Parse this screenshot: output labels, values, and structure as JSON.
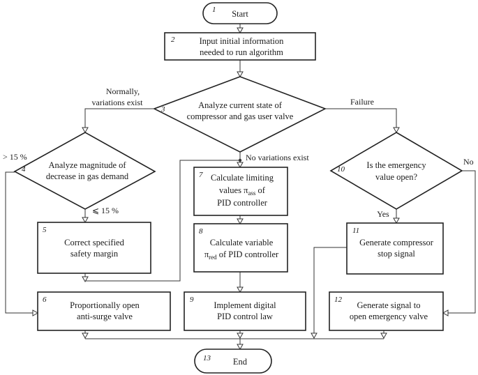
{
  "nodes": {
    "n1": {
      "num": "1",
      "lines": [
        "Start"
      ]
    },
    "n2": {
      "num": "2",
      "lines": [
        "Input initial information",
        "needed to run algorithm"
      ]
    },
    "n3": {
      "num": "3",
      "lines": [
        "Analyze current state of",
        "compressor and gas user valve"
      ]
    },
    "n4": {
      "num": "4",
      "lines": [
        "Analyze magnitude of",
        "decrease in gas demand"
      ]
    },
    "n5": {
      "num": "5",
      "lines": [
        "Correct specified",
        "safety margin"
      ]
    },
    "n6": {
      "num": "6",
      "lines": [
        "Proportionally open",
        "anti-surge valve"
      ]
    },
    "n7": {
      "num": "7",
      "line1": "Calculate limiting",
      "line2_pre": "values π",
      "line2_sub": "ass",
      "line2_post": " of",
      "line3": "PID controller"
    },
    "n8": {
      "num": "8",
      "line1": "Calculate variable",
      "line2_pre": "π",
      "line2_sub": "red",
      "line2_post": " of PID controller"
    },
    "n9": {
      "num": "9",
      "lines": [
        "Implement digital",
        "PID control law"
      ]
    },
    "n10": {
      "num": "10",
      "lines": [
        "Is the emergency",
        "value open?"
      ]
    },
    "n11": {
      "num": "11",
      "lines": [
        "Generate compressor",
        "stop signal"
      ]
    },
    "n12": {
      "num": "12",
      "lines": [
        "Generate signal to",
        "open emergency valve"
      ]
    },
    "n13": {
      "num": "13",
      "lines": [
        "End"
      ]
    }
  },
  "edge_labels": {
    "normally_1": "Normally,",
    "normally_2": "variations exist",
    "failure": "Failure",
    "no_variations": "No variations exist",
    "gt15": "> 15 %",
    "le15": "⩽ 15 %",
    "yes": "Yes",
    "no": "No"
  }
}
